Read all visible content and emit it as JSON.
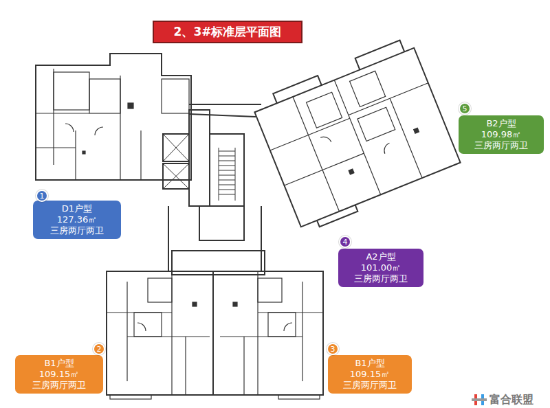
{
  "diagram": {
    "title": "2、3#标准层平面图",
    "nodes": [
      {
        "text": [
          "1"
        ]
      },
      {
        "text": [
          "D1户型",
          "127.36㎡",
          "三房两厅两卫"
        ]
      },
      {
        "text": [
          "5"
        ]
      },
      {
        "text": [
          "B2户型",
          "109.98㎡",
          "三房两厅两卫"
        ]
      },
      {
        "text": [
          "4"
        ]
      },
      {
        "text": [
          "A2户型",
          "101.00㎡",
          "三房两厅两卫"
        ]
      },
      {
        "text": [
          "2"
        ]
      },
      {
        "text": [
          "B1户型",
          "109.15㎡",
          "三房两厅两卫"
        ]
      },
      {
        "text": [
          "3"
        ]
      },
      {
        "text": [
          "B1户型",
          "109.15㎡",
          "三房两厅两卫"
        ]
      }
    ],
    "labels": [
      "富合联盟"
    ]
  }
}
